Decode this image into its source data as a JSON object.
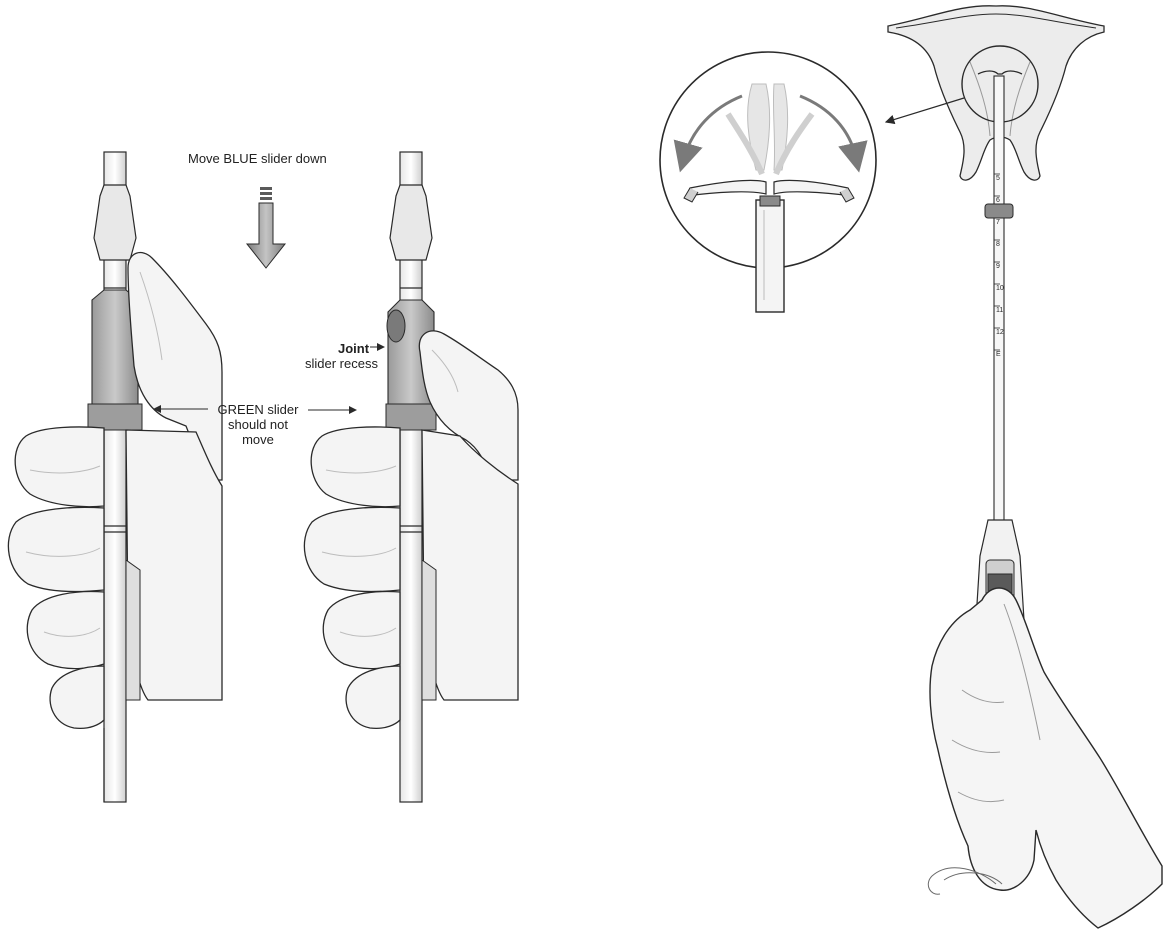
{
  "left_panel": {
    "instruction": "Move BLUE slider down",
    "joint_label": {
      "bold": "Joint",
      "rest": "slider recess"
    },
    "green_label": {
      "line1": "GREEN slider",
      "line2": "should not",
      "line3": "move"
    }
  },
  "right_panel": {
    "scale_marks": [
      "5",
      "6",
      "7",
      "8",
      "9",
      "10",
      "11",
      "12",
      "E"
    ]
  },
  "colors": {
    "ink": "#2a2a2a",
    "glove_fill": "#f4f4f4",
    "shading": "#c8c8c8",
    "dark_shading": "#8a8a8a",
    "arrow_fill": "#9a9a9a"
  }
}
